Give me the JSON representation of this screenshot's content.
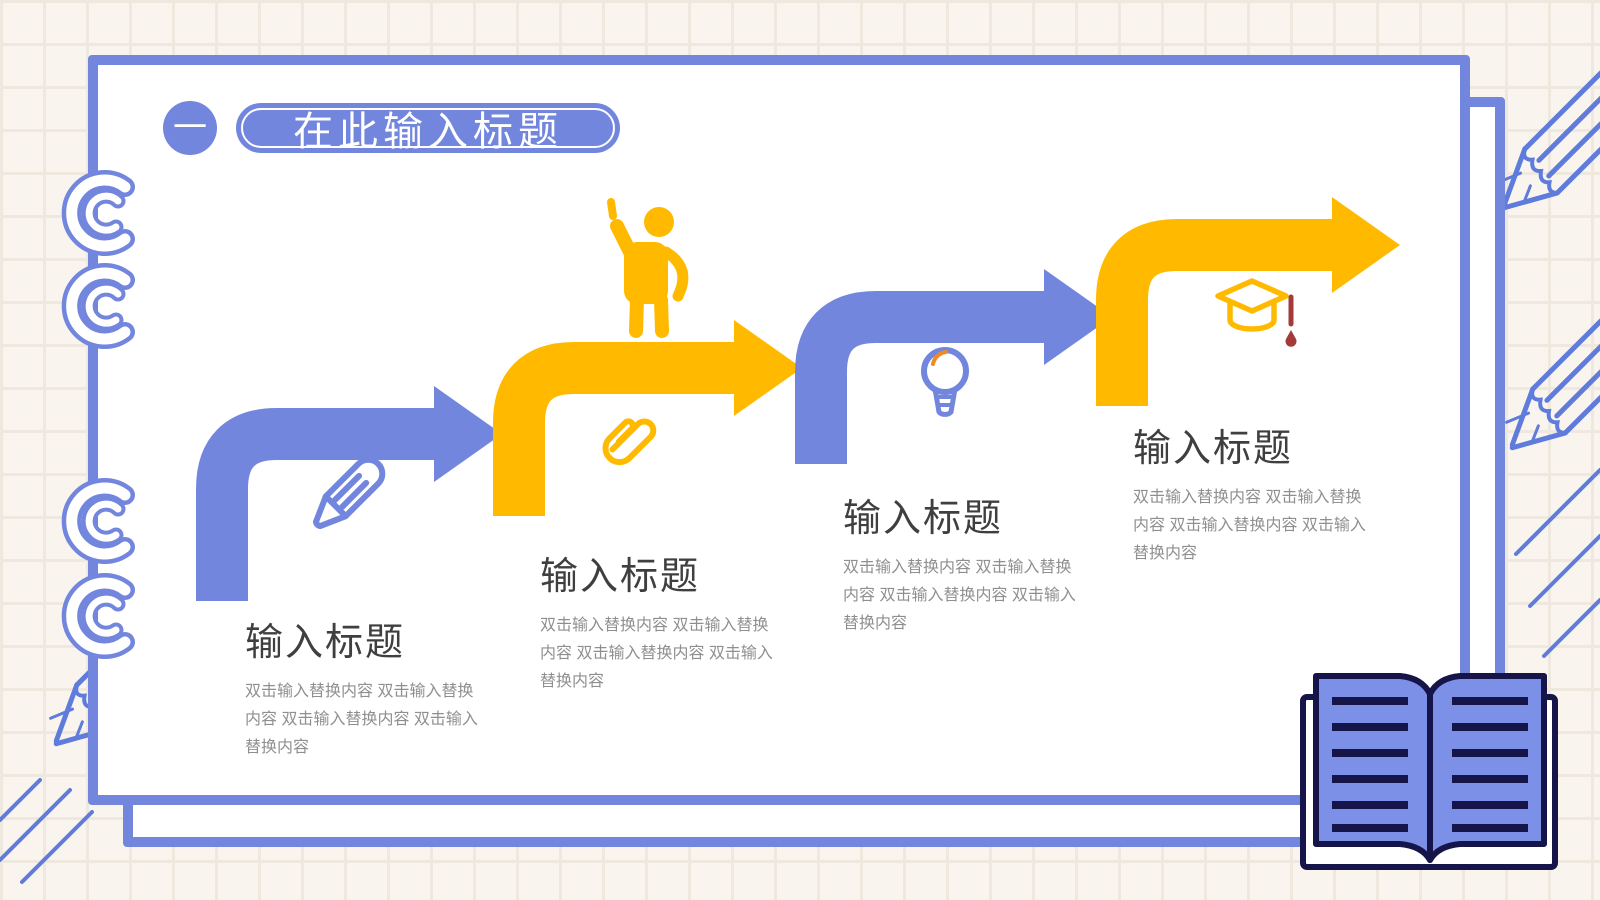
{
  "slide": {
    "badge": "一",
    "title": "在此输入标题",
    "background": {
      "color": "#F9F5EE",
      "grid_color": "#EFE8DE",
      "style": "grid-paper"
    }
  },
  "colors": {
    "blue": "#7386DE",
    "yellow": "#FFBA00",
    "book_navy": "#15154A",
    "tassel_red": "#A33B3B",
    "heading_text": "#3F3F3F",
    "body_text": "#8F8F8F"
  },
  "steps": [
    {
      "heading": "输入标题",
      "body": "双击输入替换内容 双击输入替换内容 双击输入替换内容  双击输入替换内容",
      "arrow_color": "#7386DE",
      "icons": [
        "pencil-icon"
      ]
    },
    {
      "heading": "输入标题",
      "body": "双击输入替换内容 双击输入替换内容 双击输入替换内容  双击输入替换内容",
      "arrow_color": "#FFBA00",
      "icons": [
        "person-raising-hand-icon",
        "paperclip-icon"
      ]
    },
    {
      "heading": "输入标题",
      "body": "双击输入替换内容 双击输入替换内容 双击输入替换内容  双击输入替换内容",
      "arrow_color": "#7386DE",
      "icons": [
        "lightbulb-icon"
      ]
    },
    {
      "heading": "输入标题",
      "body": "双击输入替换内容 双击输入替换内容 双击输入替换内容  双击输入替换内容",
      "arrow_color": "#FFBA00",
      "icons": [
        "graduation-cap-icon"
      ]
    }
  ],
  "decor": {
    "binder_rings_count": 4,
    "pencil_sketches_count": 3,
    "book_icon": "open-book-icon"
  }
}
